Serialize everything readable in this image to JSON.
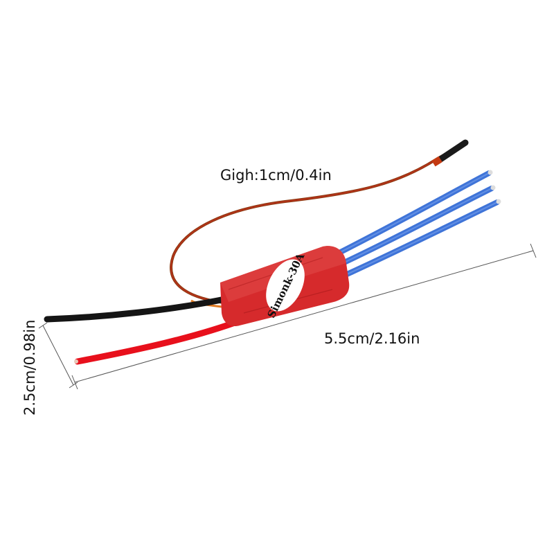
{
  "product": {
    "label_text": "Simonk-30A",
    "colors": {
      "casing": "#d62a2c",
      "motor_wires": "#3f74d8",
      "power_positive": "#e8101c",
      "power_negative": "#151515",
      "signal_wire": "#a52a0a",
      "label_badge": "#ffffff"
    }
  },
  "dimensions": {
    "height_label": "Gigh:1cm/0.4in",
    "length_label": "5.5cm/2.16in",
    "width_label": "2.5cm/0.98in"
  }
}
